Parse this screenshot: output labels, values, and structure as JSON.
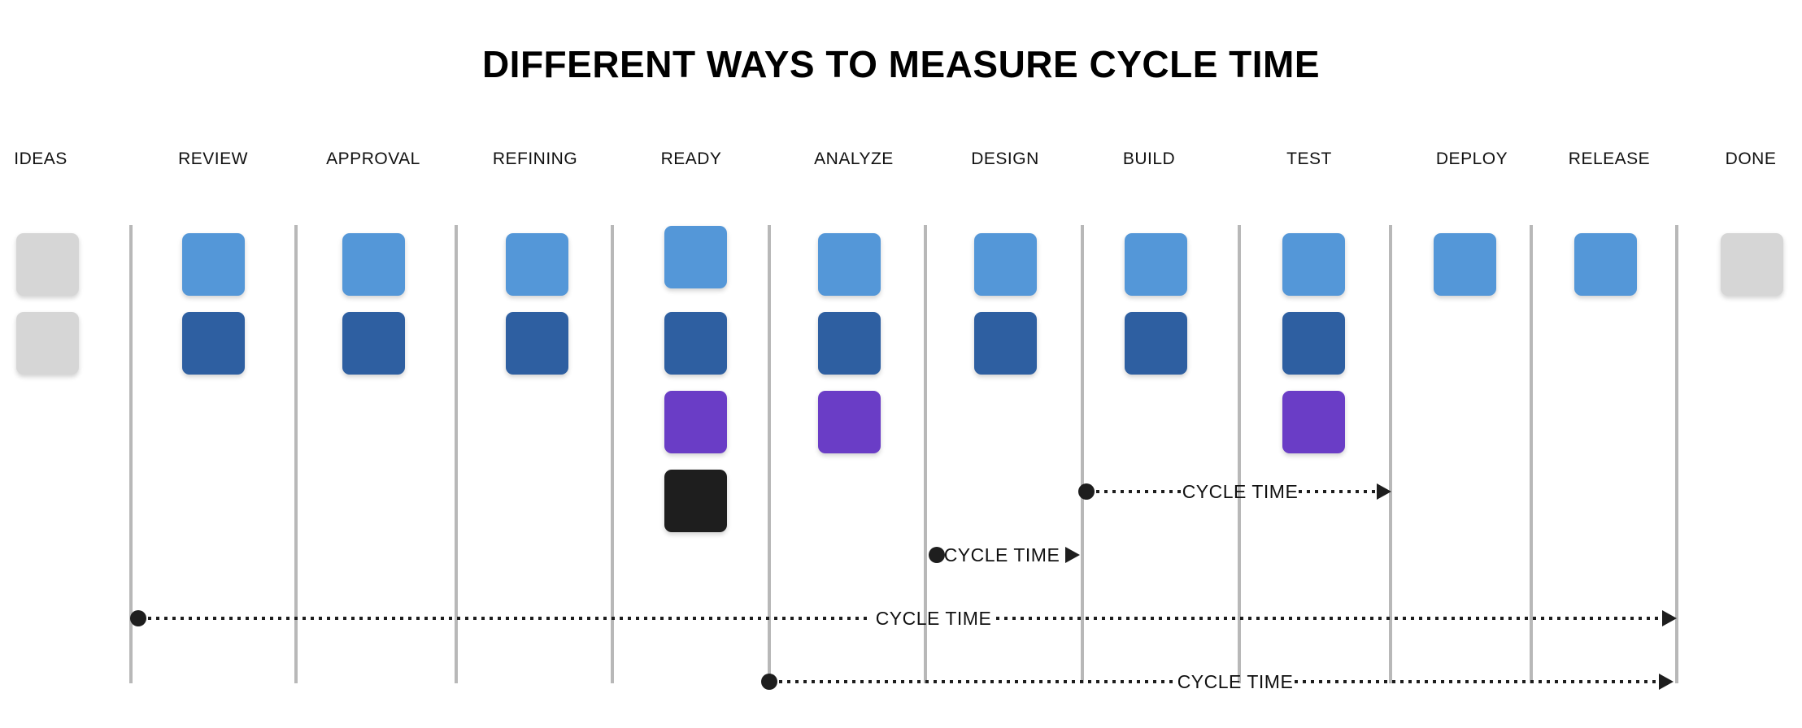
{
  "title": "DIFFERENT WAYS TO MEASURE CYCLE TIME",
  "stages": [
    "IDEAS",
    "REVIEW",
    "APPROVAL",
    "REFINING",
    "READY",
    "ANALYZE",
    "DESIGN",
    "BUILD",
    "TEST",
    "DEPLOY",
    "RELEASE",
    "DONE"
  ],
  "colors": {
    "gray": "#d6d6d6",
    "light_blue": "#5497d8",
    "dark_blue": "#2e5fa1",
    "purple": "#6a3dc6",
    "black": "#1e1e1e",
    "divider": "#b8b8b8"
  },
  "columns": [
    {
      "stage": "IDEAS",
      "cards": [
        "gray",
        "gray"
      ]
    },
    {
      "stage": "REVIEW",
      "cards": [
        "light_blue",
        "dark_blue"
      ]
    },
    {
      "stage": "APPROVAL",
      "cards": [
        "light_blue",
        "dark_blue"
      ]
    },
    {
      "stage": "REFINING",
      "cards": [
        "light_blue",
        "dark_blue"
      ]
    },
    {
      "stage": "READY",
      "cards": [
        "light_blue",
        "dark_blue",
        "purple",
        "black"
      ]
    },
    {
      "stage": "ANALYZE",
      "cards": [
        "light_blue",
        "dark_blue",
        "purple"
      ]
    },
    {
      "stage": "DESIGN",
      "cards": [
        "light_blue",
        "dark_blue"
      ]
    },
    {
      "stage": "BUILD",
      "cards": [
        "light_blue",
        "dark_blue"
      ]
    },
    {
      "stage": "TEST",
      "cards": [
        "light_blue",
        "dark_blue",
        "purple"
      ]
    },
    {
      "stage": "DEPLOY",
      "cards": [
        "light_blue"
      ]
    },
    {
      "stage": "RELEASE",
      "cards": [
        "light_blue"
      ]
    },
    {
      "stage": "DONE",
      "cards": [
        "gray"
      ]
    }
  ],
  "cycle_times": [
    {
      "label": "CYCLE TIME",
      "from_stage": "BUILD",
      "to_stage": "DEPLOY",
      "style": "dotted"
    },
    {
      "label": "CYCLE TIME",
      "from_stage": "DESIGN",
      "to_stage": "BUILD",
      "style": "solid-short"
    },
    {
      "label": "CYCLE TIME",
      "from_stage": "REVIEW",
      "to_stage": "DONE",
      "style": "dotted"
    },
    {
      "label": "CYCLE TIME",
      "from_stage": "ANALYZE",
      "to_stage": "DONE",
      "style": "dotted"
    }
  ]
}
